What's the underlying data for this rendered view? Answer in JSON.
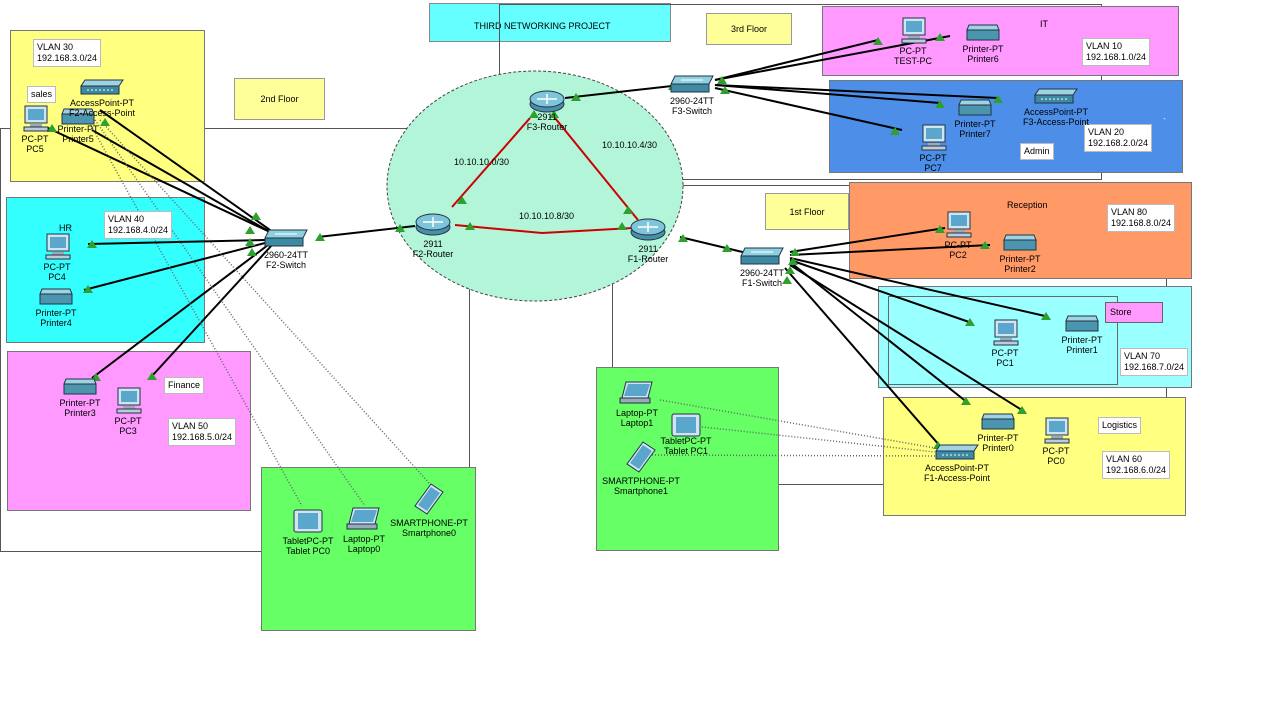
{
  "title": "THIRD NETWORKING PROJECT",
  "floors": {
    "third": "3rd Floor",
    "second": "2nd Floor",
    "first": "1st Floor"
  },
  "departments": {
    "it": {
      "name": "IT",
      "vlan": "VLAN 10",
      "subnet": "192.168.1.0/24"
    },
    "admin": {
      "name": "Admin",
      "vlan": "VLAN 20",
      "subnet": "192.168.2.0/24"
    },
    "sales": {
      "name": "sales",
      "vlan": "VLAN 30",
      "subnet": "192.168.3.0/24"
    },
    "hr": {
      "name": "HR",
      "vlan": "VLAN 40",
      "subnet": "192.168.4.0/24"
    },
    "finance": {
      "name": "Finance",
      "vlan": "VLAN 50",
      "subnet": "192.168.5.0/24"
    },
    "logistics": {
      "name": "Logistics",
      "vlan": "VLAN 60",
      "subnet": "192.168.6.0/24"
    },
    "store": {
      "name": "Store",
      "vlan": "VLAN 70",
      "subnet": "192.168.7.0/24"
    },
    "reception": {
      "name": "Reception",
      "vlan": "VLAN 80",
      "subnet": "192.168.8.0/24"
    }
  },
  "wan_links": {
    "f3_f2": "10.10.10.0/30",
    "f3_f1": "10.10.10.4/30",
    "f2_f1": "10.10.10.8/30"
  },
  "stray_mark": "`",
  "devices": {
    "f3_router": {
      "model": "2911",
      "name": "F3-Router"
    },
    "f2_router": {
      "model": "2911",
      "name": "F2-Router"
    },
    "f1_router": {
      "model": "2911",
      "name": "F1-Router"
    },
    "f3_switch": {
      "model": "2960-24TT",
      "name": "F3-Switch"
    },
    "f2_switch": {
      "model": "2960-24TT",
      "name": "F2-Switch"
    },
    "f1_switch": {
      "model": "2960-24TT",
      "name": "F1-Switch"
    },
    "test_pc": {
      "model": "PC-PT",
      "name": "TEST-PC"
    },
    "printer6": {
      "model": "Printer-PT",
      "name": "Printer6"
    },
    "f3_ap": {
      "model": "AccessPoint-PT",
      "name": "F3-Access-Point"
    },
    "printer7": {
      "model": "Printer-PT",
      "name": "Printer7"
    },
    "pc7": {
      "model": "PC-PT",
      "name": "PC7"
    },
    "f2_ap": {
      "model": "AccessPoint-PT",
      "name": "F2-Access-Point"
    },
    "pc5": {
      "model": "PC-PT",
      "name": "PC5"
    },
    "printer5": {
      "model": "Printer-PT",
      "name": "Printer5"
    },
    "pc4": {
      "model": "PC-PT",
      "name": "PC4"
    },
    "printer4": {
      "model": "Printer-PT",
      "name": "Printer4"
    },
    "printer3": {
      "model": "Printer-PT",
      "name": "Printer3"
    },
    "pc3": {
      "model": "PC-PT",
      "name": "PC3"
    },
    "tablet0": {
      "model": "TabletPC-PT",
      "name": "Tablet PC0"
    },
    "laptop0": {
      "model": "Laptop-PT",
      "name": "Laptop0"
    },
    "smartphone0": {
      "model": "SMARTPHONE-PT",
      "name": "Smartphone0"
    },
    "laptop1": {
      "model": "Laptop-PT",
      "name": "Laptop1"
    },
    "tablet1": {
      "model": "TabletPC-PT",
      "name": "Tablet PC1"
    },
    "smartphone1": {
      "model": "SMARTPHONE-PT",
      "name": "Smartphone1"
    },
    "pc2": {
      "model": "PC-PT",
      "name": "PC2"
    },
    "printer2": {
      "model": "Printer-PT",
      "name": "Printer2"
    },
    "pc1": {
      "model": "PC-PT",
      "name": "PC1"
    },
    "printer1": {
      "model": "Printer-PT",
      "name": "Printer1"
    },
    "printer0": {
      "model": "Printer-PT",
      "name": "Printer0"
    },
    "pc0": {
      "model": "PC-PT",
      "name": "PC0"
    },
    "f1_ap": {
      "model": "AccessPoint-PT",
      "name": "F1-Access-Point"
    }
  },
  "colors": {
    "it": "#ff99ff",
    "admin": "#4d8fe8",
    "sales": "#ffff80",
    "hr": "#33ffff",
    "finance": "#ff99ff",
    "wireless": "#66ff66",
    "reception": "#ff9966",
    "store": "#99ffff",
    "logistics": "#ffff80",
    "core": "#b3f5d9",
    "title_bg": "#66ffff",
    "wan": "#dd0000",
    "link_up": "#22aa22"
  }
}
